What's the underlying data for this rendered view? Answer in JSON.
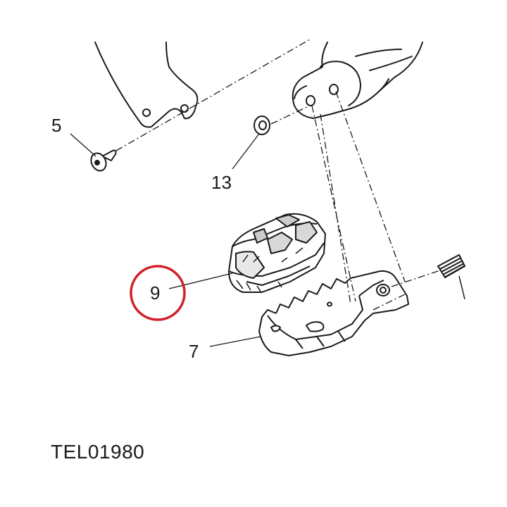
{
  "diagram": {
    "code": "TEL01980",
    "highlight_color": "#d0202a",
    "line_color": "#1a1a1a",
    "callouts": [
      {
        "id": "5",
        "text": "5"
      },
      {
        "id": "13",
        "text": "13"
      },
      {
        "id": "9",
        "text": "9",
        "highlighted": true
      },
      {
        "id": "7",
        "text": "7"
      }
    ]
  }
}
